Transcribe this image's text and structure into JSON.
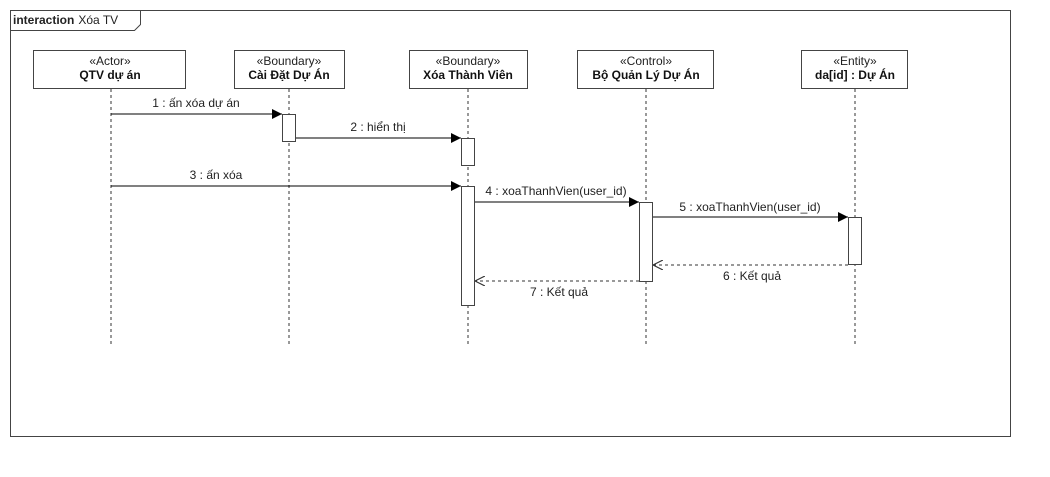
{
  "frame": {
    "keyword": "interaction",
    "name": "Xóa TV"
  },
  "participants": [
    {
      "stereotype": "«Actor»",
      "name": "QTV dự án"
    },
    {
      "stereotype": "«Boundary»",
      "name": "Cài Đặt Dự Án"
    },
    {
      "stereotype": "«Boundary»",
      "name": "Xóa Thành Viên"
    },
    {
      "stereotype": "«Control»",
      "name": "Bộ Quản Lý Dự Án"
    },
    {
      "stereotype": "«Entity»",
      "name": "da[id] : Dự Án"
    }
  ],
  "messages": [
    {
      "label": "1 : ấn xóa dự án",
      "kind": "sync"
    },
    {
      "label": "2 : hiển thị",
      "kind": "sync"
    },
    {
      "label": "3 : ấn xóa",
      "kind": "sync"
    },
    {
      "label": "4 : xoaThanhVien(user_id)",
      "kind": "sync"
    },
    {
      "label": "5 : xoaThanhVien(user_id)",
      "kind": "sync"
    },
    {
      "label": "6 : Kết quả",
      "kind": "return"
    },
    {
      "label": "7 : Kết quả",
      "kind": "return"
    }
  ]
}
